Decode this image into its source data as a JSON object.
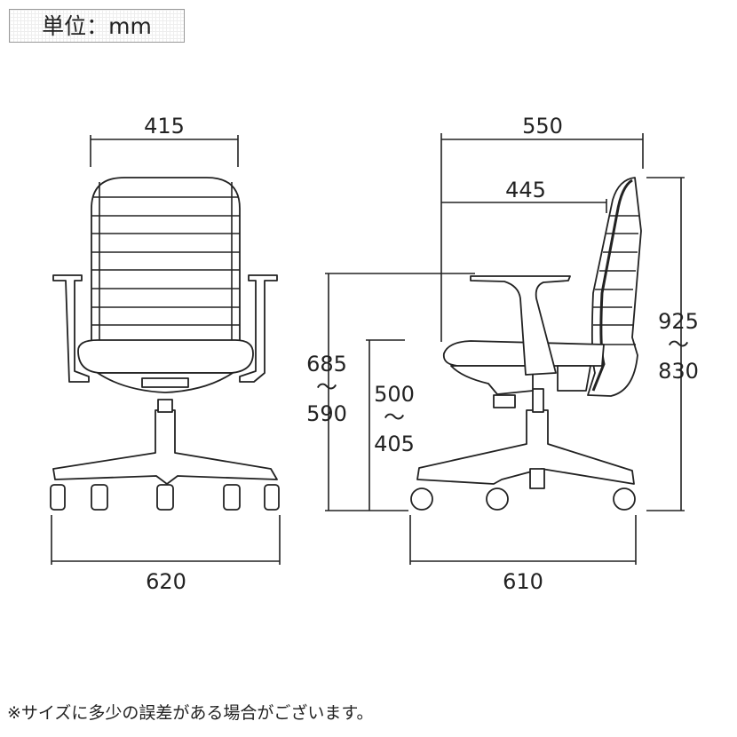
{
  "unit_label": "単位：mm",
  "front_view": {
    "width_top": "415",
    "width_base": "620"
  },
  "side_view": {
    "depth_total": "550",
    "depth_seat": "445",
    "height_total_max": "925",
    "height_total_min": "830",
    "armrest_height_max": "685",
    "armrest_height_min": "590",
    "seat_height_max": "500",
    "seat_height_min": "405",
    "depth_base": "610",
    "range_mark": "～"
  },
  "footnote": "※サイズに多少の誤差がある場合がございます。"
}
